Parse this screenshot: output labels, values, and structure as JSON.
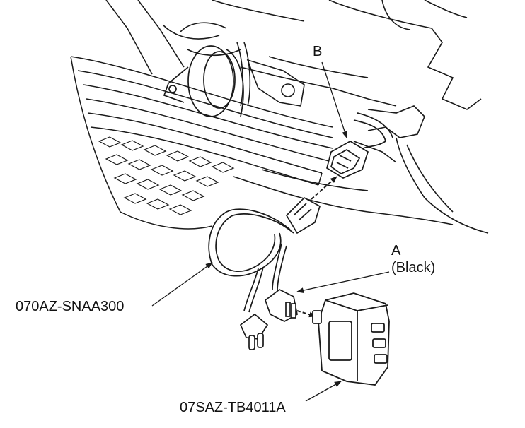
{
  "labels": {
    "b": "B",
    "a": "A",
    "a_note": "(Black)",
    "harness_part": "070AZ-SNAA300",
    "box_part": "07SAZ-TB4011A"
  },
  "colors": {
    "line": "#1a1a1a",
    "background": "#ffffff"
  }
}
